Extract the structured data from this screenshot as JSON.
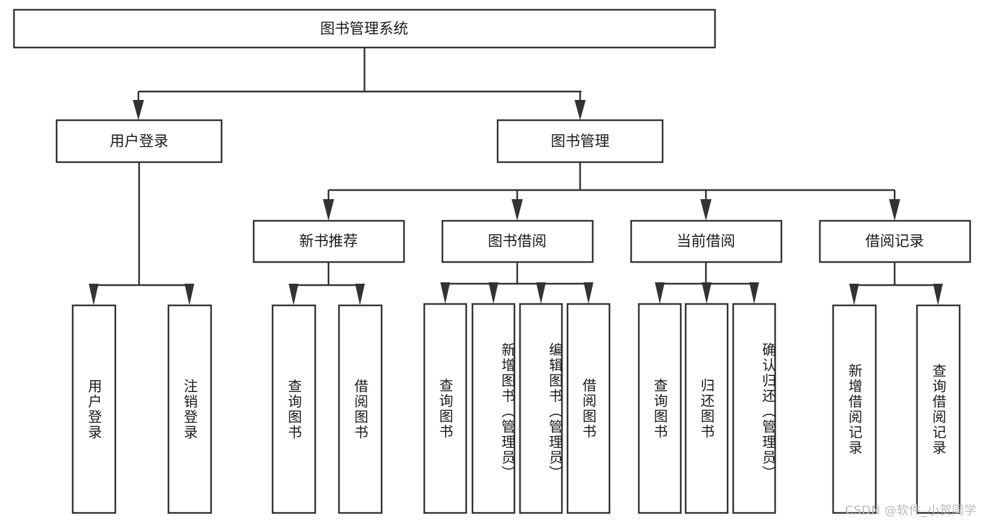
{
  "diagram": {
    "type": "tree",
    "title": "图书管理系统",
    "orientation": "top-down",
    "root": {
      "id": "root",
      "label": "图书管理系统",
      "shape": "rect",
      "text_direction": "horizontal"
    },
    "level2": [
      {
        "id": "user-login",
        "label": "用户登录",
        "shape": "rect",
        "text_direction": "horizontal"
      },
      {
        "id": "book-manage",
        "label": "图书管理",
        "shape": "rect",
        "text_direction": "horizontal"
      }
    ],
    "level3": [
      {
        "id": "new-book-recommend",
        "label": "新书推荐",
        "shape": "rect",
        "text_direction": "horizontal",
        "parent": "book-manage"
      },
      {
        "id": "book-borrow",
        "label": "图书借阅",
        "shape": "rect",
        "text_direction": "horizontal",
        "parent": "book-manage"
      },
      {
        "id": "current-borrow",
        "label": "当前借阅",
        "shape": "rect",
        "text_direction": "horizontal",
        "parent": "book-manage"
      },
      {
        "id": "borrow-record",
        "label": "借阅记录",
        "shape": "rect",
        "text_direction": "horizontal",
        "parent": "book-manage"
      }
    ],
    "leaves": [
      {
        "id": "leaf-user-login",
        "label": "用户登录",
        "parent": "user-login",
        "text_direction": "vertical"
      },
      {
        "id": "leaf-logout-login",
        "label": "注销登录",
        "parent": "user-login",
        "text_direction": "vertical"
      },
      {
        "id": "leaf-query-book-1",
        "label": "查询图书",
        "parent": "new-book-recommend",
        "text_direction": "vertical"
      },
      {
        "id": "leaf-borrow-book-1",
        "label": "借阅图书",
        "parent": "new-book-recommend",
        "text_direction": "vertical"
      },
      {
        "id": "leaf-query-book-2",
        "label": "查询图书",
        "parent": "book-borrow",
        "text_direction": "vertical"
      },
      {
        "id": "leaf-add-book-admin",
        "label": "新增图书（管理员）",
        "parent": "book-borrow",
        "text_direction": "vertical"
      },
      {
        "id": "leaf-edit-book-admin",
        "label": "编辑图书（管理员）",
        "parent": "book-borrow",
        "text_direction": "vertical"
      },
      {
        "id": "leaf-borrow-book-2",
        "label": "借阅图书",
        "parent": "book-borrow",
        "text_direction": "vertical"
      },
      {
        "id": "leaf-query-book-3",
        "label": "查询图书",
        "parent": "current-borrow",
        "text_direction": "vertical"
      },
      {
        "id": "leaf-return-book",
        "label": "归还图书",
        "parent": "current-borrow",
        "text_direction": "vertical"
      },
      {
        "id": "leaf-confirm-return-admin",
        "label": "确认归还（管理员）",
        "parent": "current-borrow",
        "text_direction": "vertical"
      },
      {
        "id": "leaf-add-borrow-record",
        "label": "新增借阅记录",
        "parent": "borrow-record",
        "text_direction": "vertical"
      },
      {
        "id": "leaf-query-borrow-record",
        "label": "查询借阅记录",
        "parent": "borrow-record",
        "text_direction": "vertical"
      }
    ],
    "colors": {
      "background": "#ffffff",
      "node_fill": "#ffffff",
      "node_stroke": "#333333",
      "edge": "#333333",
      "text": "#1a1a1a",
      "watermark": "#b8b8b8"
    }
  },
  "watermark": {
    "text": "CSDN @软件_小贺同学"
  }
}
